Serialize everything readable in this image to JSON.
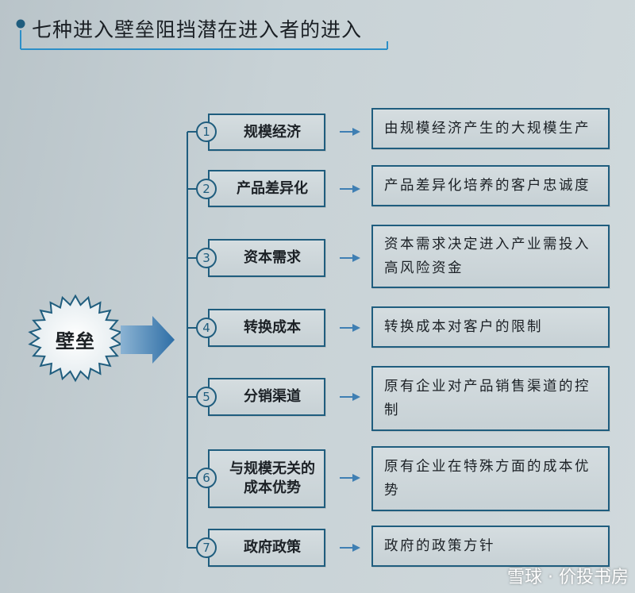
{
  "title": "七种进入壁垒阻挡潜在进入者的进入",
  "center_label": "壁垒",
  "barriers": [
    {
      "number": "1",
      "label": "规模经济",
      "description": "由规模经济产生的大规模生产"
    },
    {
      "number": "2",
      "label": "产品差异化",
      "description": "产品差异化培养的客户忠诚度"
    },
    {
      "number": "3",
      "label": "资本需求",
      "description": "资本需求决定进入产业需投入高风险资金"
    },
    {
      "number": "4",
      "label": "转换成本",
      "description": "转换成本对客户的限制"
    },
    {
      "number": "5",
      "label": "分销渠道",
      "description": "原有企业对产品销售渠道的控制"
    },
    {
      "number": "6",
      "label": "与规模无关的成本优势",
      "description": "原有企业在特殊方面的成本优势"
    },
    {
      "number": "7",
      "label": "政府政策",
      "description": "政府的政策方针"
    }
  ],
  "watermark": "雪球 · 价投书房",
  "colors": {
    "accent": "#1f5d7e",
    "arrow": "#3f7fb3",
    "bracket": "#2c8fc7",
    "starburst_fill": "#f2f6f7"
  }
}
